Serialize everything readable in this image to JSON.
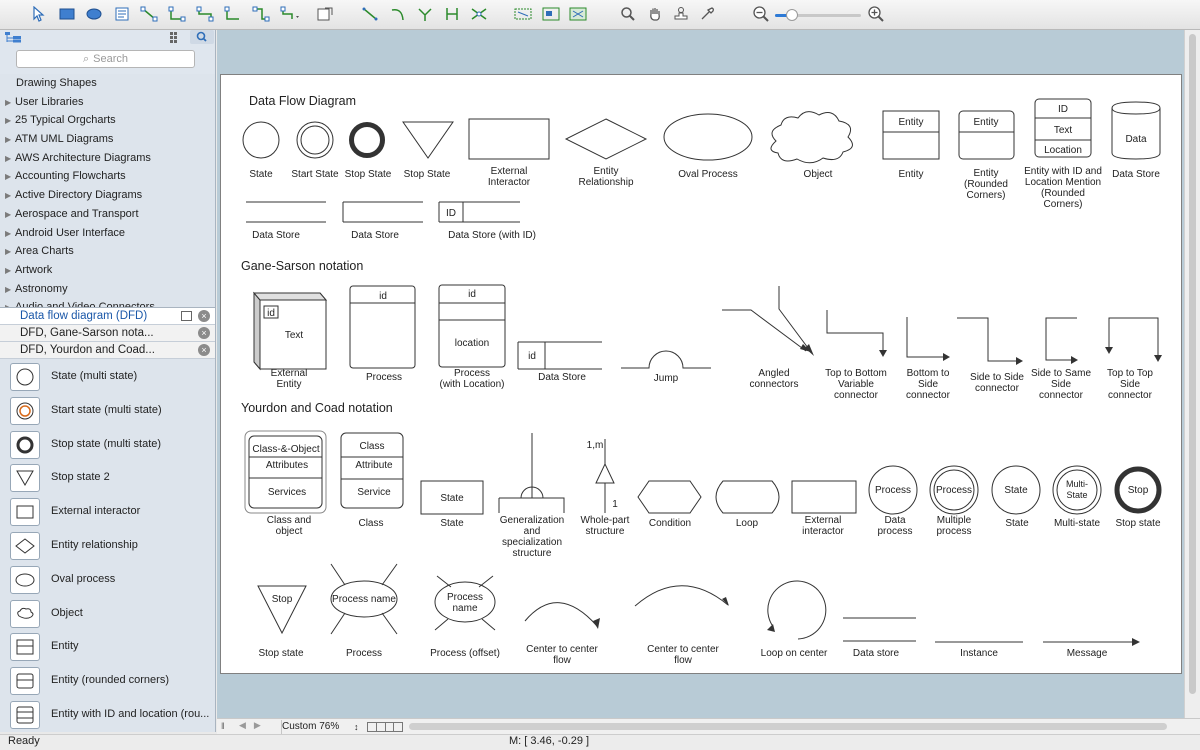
{
  "sidebar": {
    "search_placeholder": "Search",
    "libraries": [
      {
        "label": "Drawing Shapes",
        "arrow": false
      },
      {
        "label": "User Libraries",
        "arrow": true
      },
      {
        "label": "25 Typical Orgcharts",
        "arrow": true
      },
      {
        "label": "ATM UML Diagrams",
        "arrow": true
      },
      {
        "label": "AWS Architecture Diagrams",
        "arrow": true
      },
      {
        "label": "Accounting Flowcharts",
        "arrow": true
      },
      {
        "label": "Active Directory Diagrams",
        "arrow": true
      },
      {
        "label": "Aerospace and Transport",
        "arrow": true
      },
      {
        "label": "Android User Interface",
        "arrow": true
      },
      {
        "label": "Area Charts",
        "arrow": true
      },
      {
        "label": "Artwork",
        "arrow": true
      },
      {
        "label": "Astronomy",
        "arrow": true
      },
      {
        "label": "Audio and Video Connectors",
        "arrow": true
      }
    ],
    "open_libraries": [
      {
        "label": "Data flow diagram (DFD)",
        "active": true
      },
      {
        "label": "DFD, Gane-Sarson nota...",
        "active": false
      },
      {
        "label": "DFD, Yourdon and Coad...",
        "active": false
      }
    ],
    "shapes": [
      {
        "label": "State (multi state)",
        "icon": "state-multi-icon"
      },
      {
        "label": "Start state (multi state)",
        "icon": "start-state-icon"
      },
      {
        "label": "Stop state (multi state)",
        "icon": "stop-state-icon"
      },
      {
        "label": "Stop state 2",
        "icon": "triangle-icon"
      },
      {
        "label": "External interactor",
        "icon": "rectangle-icon"
      },
      {
        "label": "Entity relationship",
        "icon": "diamond-icon"
      },
      {
        "label": "Oval process",
        "icon": "oval-icon"
      },
      {
        "label": "Object",
        "icon": "cloud-icon"
      },
      {
        "label": "Entity",
        "icon": "entity-icon"
      },
      {
        "label": "Entity (rounded corners)",
        "icon": "entity-rounded-icon"
      },
      {
        "label": "Entity with ID and location (rou...",
        "icon": "entity-id-icon"
      }
    ]
  },
  "canvas": {
    "sections": {
      "dfd": "Data Flow Diagram",
      "gane": "Gane-Sarson notation",
      "yourdon": "Yourdon and Coad notation"
    },
    "dfd_labels": {
      "state": "State",
      "start_state": "Start State",
      "stop_state": "Stop State",
      "stop_state_2": "Stop State",
      "ext_1": "External",
      "ext_2": "Interactor",
      "er_1": "Entity",
      "er_2": "Relationship",
      "oval": "Oval Process",
      "object": "Object",
      "entity_top": "Entity",
      "entity_label": "Entity",
      "entity_r_top": "Entity",
      "entity_r_1": "Entity",
      "entity_r_2": "(Rounded",
      "entity_r_3": "Corners)",
      "eid_id": "ID",
      "eid_text": "Text",
      "eid_loc": "Location",
      "eid_1": "Entity with ID and",
      "eid_2": "Location Mention",
      "eid_3": "(Rounded",
      "eid_4": "Corners)",
      "ds_cyl": "Data",
      "ds_label": "Data Store",
      "ds1": "Data Store",
      "ds2": "Data Store",
      "ds_id_box": "ID",
      "ds_id_label": "Data Store (with ID)"
    },
    "gane_labels": {
      "ext_id": "id",
      "ext_text": "Text",
      "ext_1": "External",
      "ext_2": "Entity",
      "proc_id": "id",
      "proc": "Process",
      "procloc_id": "id",
      "procloc_loc": "location",
      "procloc_1": "Process",
      "procloc_2": "(with Location)",
      "ds_id": "id",
      "ds": "Data Store",
      "jump": "Jump",
      "angled_1": "Angled",
      "angled_2": "connectors",
      "ttb_1": "Top to Bottom",
      "ttb_2": "Variable",
      "ttb_3": "connector",
      "bts_1": "Bottom to",
      "bts_2": "Side",
      "bts_3": "connector",
      "sts_1": "Side to Side",
      "sts_2": "connector",
      "ssame_1": "Side to Same",
      "ssame_2": "Side",
      "ssame_3": "connector",
      "ttt_1": "Top to Top",
      "ttt_2": "Side",
      "ttt_3": "connector"
    },
    "yourdon_labels": {
      "cao_title": "Class-&-Object",
      "cao_attr": "Attributes",
      "cao_serv": "Services",
      "cao_1": "Class and",
      "cao_2": "object",
      "cls_title": "Class",
      "cls_attr": "Attribute",
      "cls_serv": "Service",
      "cls": "Class",
      "state_box": "State",
      "state": "State",
      "gen_1": "Generalization",
      "gen_2": "and",
      "gen_3": "specialization",
      "gen_4": "structure",
      "wp_top": "1,m",
      "wp_one": "1",
      "wp_1": "Whole-part",
      "wp_2": "structure",
      "condition": "Condition",
      "loop": "Loop",
      "ext_1": "External",
      "ext_2": "interactor",
      "dp_in": "Process",
      "dp_1": "Data",
      "dp_2": "process",
      "mp_in": "Process",
      "mp_1": "Multiple",
      "mp_2": "process",
      "st_in": "State",
      "st": "State",
      "ms_in_1": "Multi-",
      "ms_in_2": "State",
      "ms": "Multi-state",
      "ss_in": "Stop",
      "ss": "Stop state",
      "stop_in": "Stop",
      "stop": "Stop state",
      "pn_in": "Process name",
      "pn": "Process",
      "po_in_1": "Process",
      "po_in_2": "name",
      "po": "Process (offset)",
      "cc1_1": "Center to center",
      "cc1_2": "flow",
      "cc2_1": "Center to center",
      "cc2_2": "flow",
      "loopc": "Loop on center",
      "dstore": "Data store",
      "instance": "Instance",
      "message": "Message"
    }
  },
  "bottom": {
    "zoom": "Custom 76%",
    "status": "Ready",
    "mouse": "M: [ 3.46, -0.29 ]"
  },
  "zoom_slider_fraction": 0.2
}
